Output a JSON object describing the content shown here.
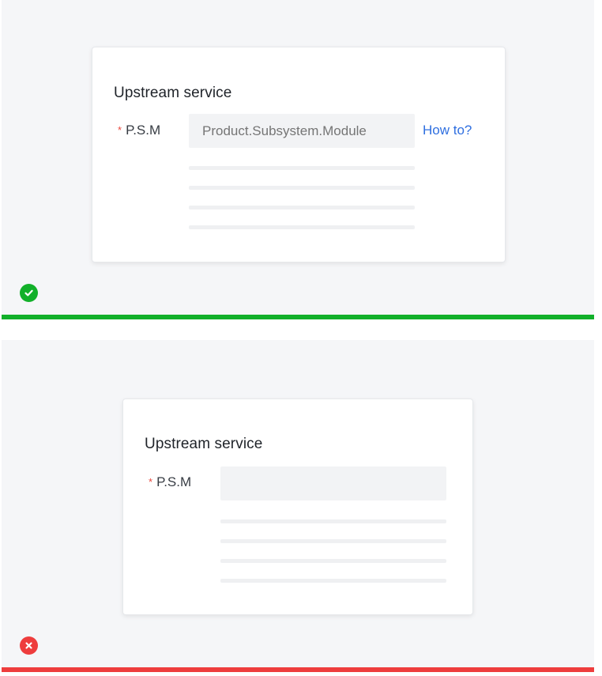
{
  "good_example": {
    "card_title": "Upstream service",
    "required_mark": "*",
    "field_label": "P.S.M",
    "input_placeholder": "Product.Subsystem.Module",
    "help_link": "How to?",
    "status_icon": "check-circle-icon",
    "status_color": "#12b02a"
  },
  "bad_example": {
    "card_title": "Upstream service",
    "required_mark": "*",
    "field_label": "P.S.M",
    "input_placeholder": "",
    "status_icon": "cross-circle-icon",
    "status_color": "#ee3d3d"
  },
  "colors": {
    "background": "#f5f6f8",
    "link": "#2f6fe0",
    "required": "#e8483e"
  }
}
